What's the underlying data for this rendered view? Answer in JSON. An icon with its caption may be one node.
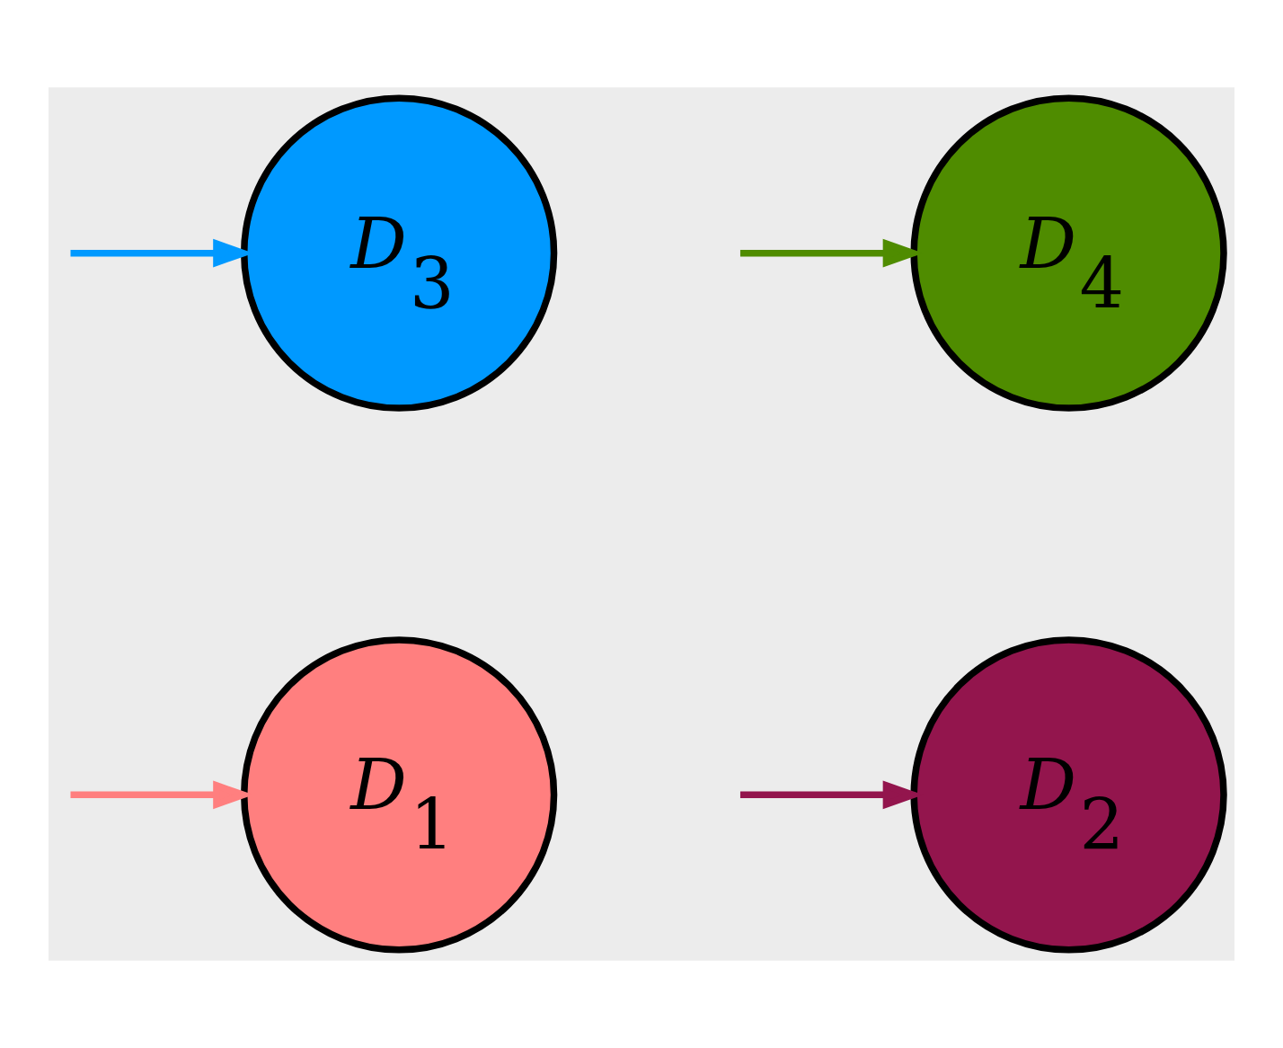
{
  "diagram": {
    "nodes": [
      {
        "text": [
          "*D*$_{1}$"
        ]
      },
      {
        "text": [
          "*D*$_{2}$"
        ]
      },
      {
        "text": [
          "*D*$_{3}$"
        ]
      },
      {
        "text": [
          "*D*$_{4}$"
        ]
      }
    ],
    "edges": [
      {
        "from": null,
        "to": 0,
        "arrow": "to",
        "color": "#ff7f7f"
      },
      {
        "from": null,
        "to": 1,
        "arrow": "to",
        "color": "#93154d"
      },
      {
        "from": null,
        "to": 2,
        "arrow": "to",
        "color": "#0099ff"
      },
      {
        "from": null,
        "to": 3,
        "arrow": "to",
        "color": "#4f8c00"
      }
    ]
  }
}
